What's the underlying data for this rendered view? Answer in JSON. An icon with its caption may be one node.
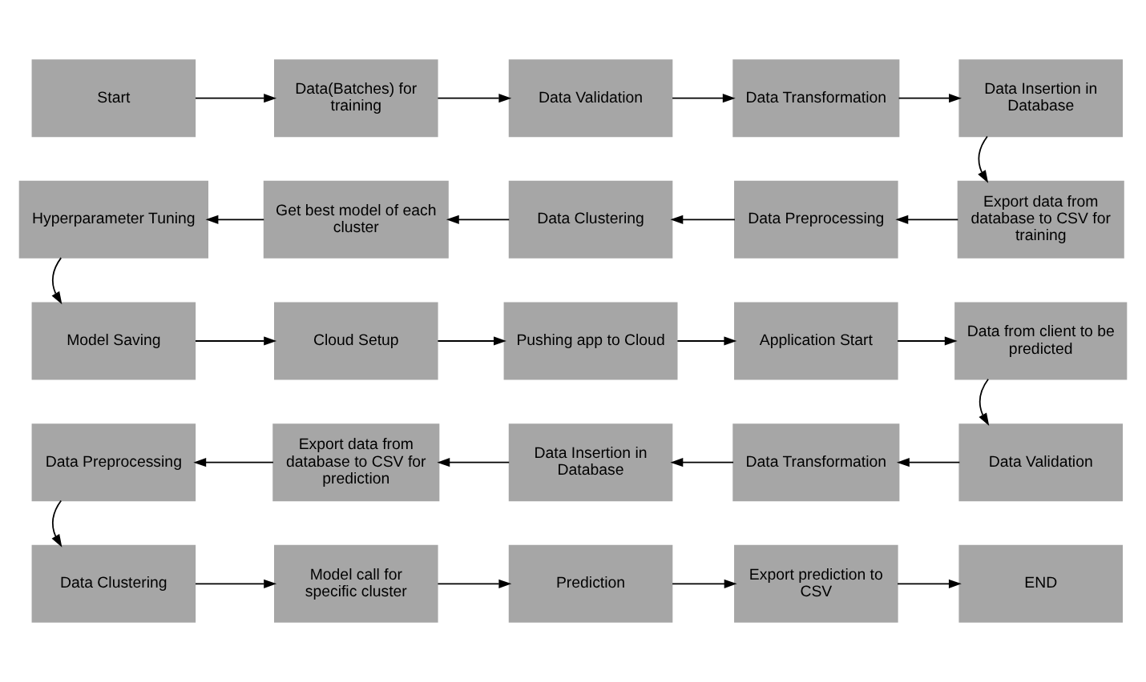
{
  "diagram": {
    "nodes": [
      {
        "text": [
          "Start"
        ]
      },
      {
        "text": [
          "Data(Batches) for training"
        ]
      },
      {
        "text": [
          "Data Validation"
        ]
      },
      {
        "text": [
          "Data Transformation"
        ]
      },
      {
        "text": [
          "Data Insertion in Database"
        ]
      },
      {
        "text": [
          "Export data from database to CSV for training"
        ]
      },
      {
        "text": [
          "Data Preprocessing"
        ]
      },
      {
        "text": [
          "Data Clustering"
        ]
      },
      {
        "text": [
          "Get best model of each cluster"
        ]
      },
      {
        "text": [
          "Hyperparameter Tuning"
        ]
      },
      {
        "text": [
          "Model Saving"
        ]
      },
      {
        "text": [
          "Cloud Setup"
        ]
      },
      {
        "text": [
          "Pushing app to Cloud"
        ]
      },
      {
        "text": [
          "Application Start"
        ]
      },
      {
        "text": [
          "Data from client to be predicted"
        ]
      },
      {
        "text": [
          "Data Validation"
        ]
      },
      {
        "text": [
          "Data Transformation"
        ]
      },
      {
        "text": [
          "Data Insertion in Database"
        ]
      },
      {
        "text": [
          "Export data from database to CSV for prediction"
        ]
      },
      {
        "text": [
          "Data Preprocessing"
        ]
      },
      {
        "text": [
          "Data Clustering"
        ]
      },
      {
        "text": [
          "Model call for specific cluster"
        ]
      },
      {
        "text": [
          "Prediction"
        ]
      },
      {
        "text": [
          "Export prediction to CSV"
        ]
      },
      {
        "text": [
          "END"
        ]
      }
    ],
    "edges": [
      {
        "from": 0,
        "to": 1,
        "arrow": "to"
      },
      {
        "from": 1,
        "to": 2,
        "arrow": "to"
      },
      {
        "from": 2,
        "to": 3,
        "arrow": "to"
      },
      {
        "from": 3,
        "to": 4,
        "arrow": "to"
      },
      {
        "from": 4,
        "to": 5,
        "arrow": "to"
      },
      {
        "from": 5,
        "to": 6,
        "arrow": "to"
      },
      {
        "from": 6,
        "to": 7,
        "arrow": "to"
      },
      {
        "from": 7,
        "to": 8,
        "arrow": "to"
      },
      {
        "from": 8,
        "to": 9,
        "arrow": "to"
      },
      {
        "from": 9,
        "to": 10,
        "arrow": "to"
      },
      {
        "from": 10,
        "to": 11,
        "arrow": "to"
      },
      {
        "from": 11,
        "to": 12,
        "arrow": "to"
      },
      {
        "from": 12,
        "to": 13,
        "arrow": "to"
      },
      {
        "from": 13,
        "to": 14,
        "arrow": "to"
      },
      {
        "from": 14,
        "to": 15,
        "arrow": "to"
      },
      {
        "from": 15,
        "to": 16,
        "arrow": "to"
      },
      {
        "from": 16,
        "to": 17,
        "arrow": "to"
      },
      {
        "from": 17,
        "to": 18,
        "arrow": "to"
      },
      {
        "from": 18,
        "to": 19,
        "arrow": "to"
      },
      {
        "from": 19,
        "to": 20,
        "arrow": "to"
      },
      {
        "from": 20,
        "to": 21,
        "arrow": "to"
      },
      {
        "from": 21,
        "to": 22,
        "arrow": "to"
      },
      {
        "from": 22,
        "to": 23,
        "arrow": "to"
      },
      {
        "from": 23,
        "to": 24,
        "arrow": "to"
      }
    ]
  }
}
